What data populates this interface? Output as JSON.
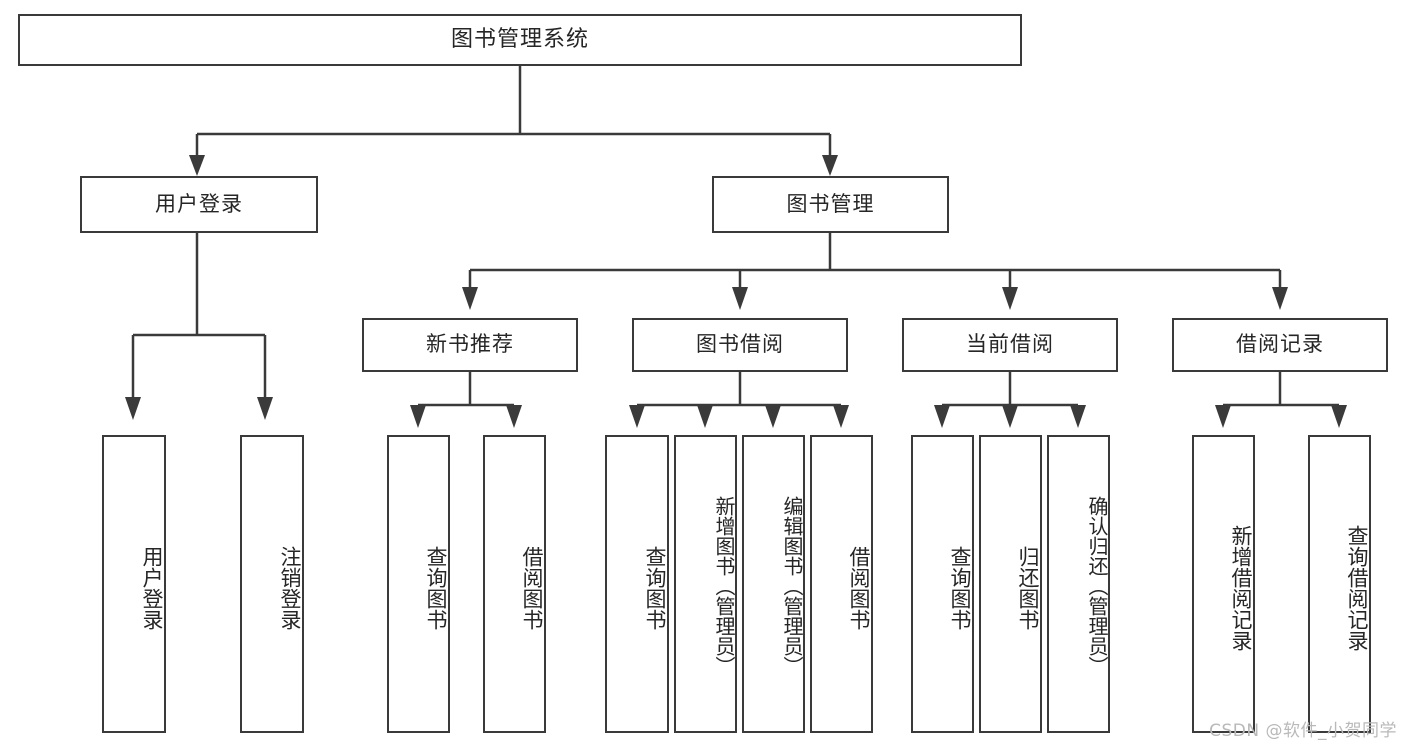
{
  "diagram": {
    "type": "tree",
    "title": "图书管理系统",
    "watermark": "CSDN @软件_小贺同学",
    "colors": {
      "stroke": "#3a3a3a",
      "background": "#ffffff",
      "text": "#262626",
      "watermark": "#b9b9b9"
    },
    "root": {
      "label": "图书管理系统"
    },
    "level2": [
      {
        "label": "用户登录"
      },
      {
        "label": "图书管理"
      }
    ],
    "level3": [
      {
        "label": "新书推荐"
      },
      {
        "label": "图书借阅"
      },
      {
        "label": "当前借阅"
      },
      {
        "label": "借阅记录"
      }
    ],
    "leaves": {
      "user_login": [
        {
          "label": "用户登录"
        },
        {
          "label": "注销登录"
        }
      ],
      "new_book_recommend": [
        {
          "label": "查询图书"
        },
        {
          "label": "借阅图书"
        }
      ],
      "book_borrow": [
        {
          "label": "查询图书"
        },
        {
          "label": "新增图书（管理员）"
        },
        {
          "label": "编辑图书（管理员）"
        },
        {
          "label": "借阅图书"
        }
      ],
      "current_borrow": [
        {
          "label": "查询图书"
        },
        {
          "label": "归还图书"
        },
        {
          "label": "确认归还（管理员）"
        }
      ],
      "borrow_records": [
        {
          "label": "新增借阅记录"
        },
        {
          "label": "查询借阅记录"
        }
      ]
    }
  }
}
